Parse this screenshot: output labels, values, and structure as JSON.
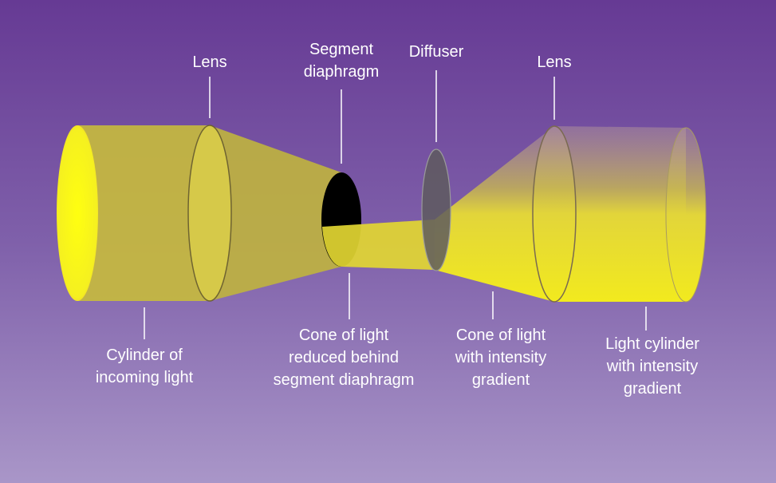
{
  "labels": {
    "lens_left": "Lens",
    "segment_diaphragm": [
      "Segment",
      "diaphragm"
    ],
    "diffuser": "Diffuser",
    "lens_right": "Lens",
    "cylinder_incoming": [
      "Cylinder of",
      "incoming light"
    ],
    "cone_reduced": [
      "Cone of light",
      "reduced behind",
      "segment diaphragm"
    ],
    "cone_gradient": [
      "Cone of light",
      "with intensity",
      "gradient"
    ],
    "cylinder_gradient": [
      "Light cylinder",
      "with intensity",
      "gradient"
    ]
  },
  "colors": {
    "background_top": "#663a94",
    "background_bottom": "#a996c8",
    "light_yellow": "#f2ea1e",
    "lens_yellow": "#d8cb3a",
    "diaphragm": "#000000",
    "diffuser": "#5e5a5e"
  }
}
